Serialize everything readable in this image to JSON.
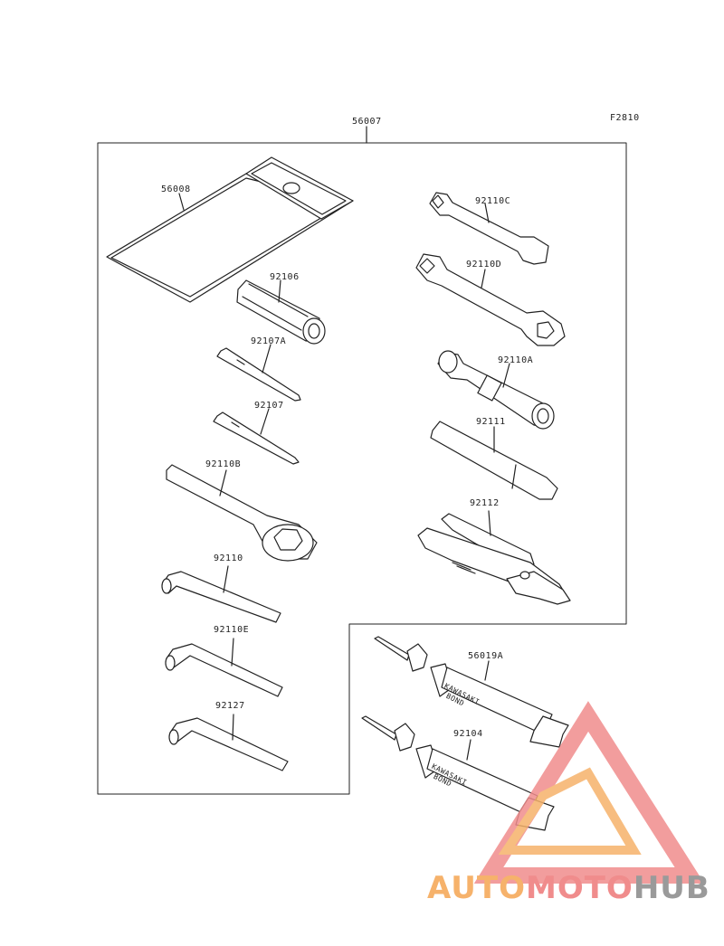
{
  "figure_code": "F2810",
  "kit_label": "56007",
  "parts": {
    "p56008": "56008",
    "p92106": "92106",
    "p92107A": "92107A",
    "p92107": "92107",
    "p92110B": "92110B",
    "p92110": "92110",
    "p92110E": "92110E",
    "p92127": "92127",
    "p92110C": "92110C",
    "p92110D": "92110D",
    "p92110A": "92110A",
    "p92111": "92111",
    "p92112": "92112",
    "p56019A": "56019A",
    "p92104": "92104"
  },
  "tube_text": {
    "brand": "KAWASAKI",
    "product": "BOND"
  },
  "watermark": {
    "part1": "AUTO",
    "part2": "MOTO",
    "part3": "HUB",
    "colors": {
      "auto": "#f6b26b",
      "moto": "#f08c8c",
      "hub": "#9a9a9a"
    }
  }
}
